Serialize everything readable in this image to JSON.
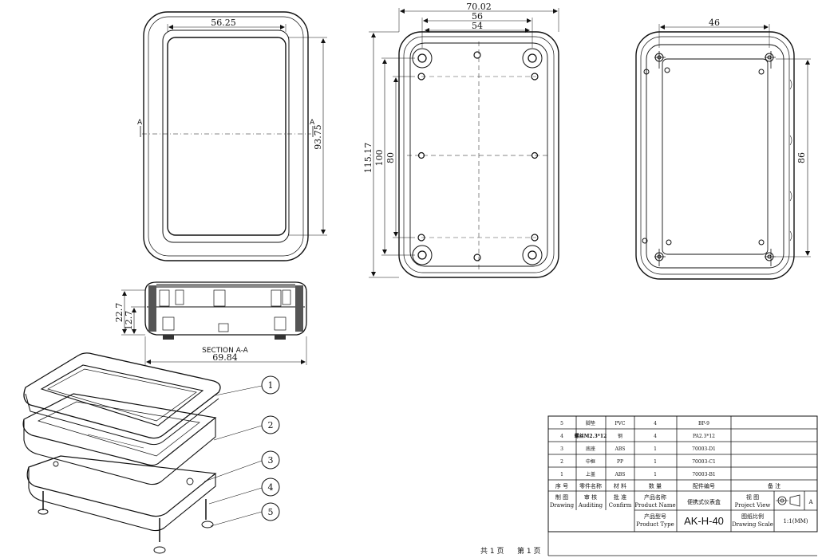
{
  "top_view": {
    "dim_width": "56.25",
    "dim_height": "93.75",
    "section_marker": "A"
  },
  "section_view": {
    "dim_height_total": "22.7",
    "dim_height_part": "12.7",
    "dim_width": "69.84",
    "title": "SECTION A-A"
  },
  "bottom_view": {
    "dim_outer_width": "70.02",
    "dim_mid_width": "56",
    "dim_inner_width": "54",
    "dim_outer_height": "115.17",
    "dim_mid_height": "100",
    "dim_inner_height": "80"
  },
  "side_view": {
    "dim_width": "46",
    "dim_height": "86"
  },
  "balloons": [
    "1",
    "2",
    "3",
    "4",
    "5"
  ],
  "bom": {
    "rows": [
      {
        "no": "5",
        "name": "脚垫",
        "material": "PVC",
        "qty": "4",
        "part_no": "BP-9",
        "remark": ""
      },
      {
        "no": "4",
        "name": "螺丝M2.3*12",
        "material": "钢",
        "qty": "4",
        "part_no": "PA2.3*12",
        "remark": ""
      },
      {
        "no": "3",
        "name": "底座",
        "material": "ABS",
        "qty": "1",
        "part_no": "70003-D1",
        "remark": ""
      },
      {
        "no": "2",
        "name": "中框",
        "material": "PP",
        "qty": "1",
        "part_no": "70003-C1",
        "remark": ""
      },
      {
        "no": "1",
        "name": "上盖",
        "material": "ABS",
        "qty": "1",
        "part_no": "70003-B1",
        "remark": ""
      }
    ],
    "header": {
      "no": "序 号",
      "name": "零件名称",
      "material": "材 料",
      "qty": "数 量",
      "part_no": "配件编号",
      "remark": "备 注"
    }
  },
  "title_block": {
    "drawing_cn": "制 图",
    "drawing_en": "Drawing",
    "audit_cn": "审 核",
    "audit_en": "Auditing",
    "confirm_cn": "批 准",
    "confirm_en": "Confirm",
    "product_name_cn": "产品名称",
    "product_name_en": "Product Name",
    "product_name_value": "便携式仪表盒",
    "project_view_cn": "视 图",
    "project_view_en": "Project View",
    "view_symbol_letter": "A",
    "product_type_cn": "产品型号",
    "product_type_en": "Product Type",
    "product_type_value": "AK-H-40",
    "scale_cn": "图纸比例",
    "scale_en": "Drawing Scale",
    "scale_value": "1:1(MM)"
  },
  "footer": {
    "pages": "共 1 页",
    "page_no": "第 1 页"
  }
}
